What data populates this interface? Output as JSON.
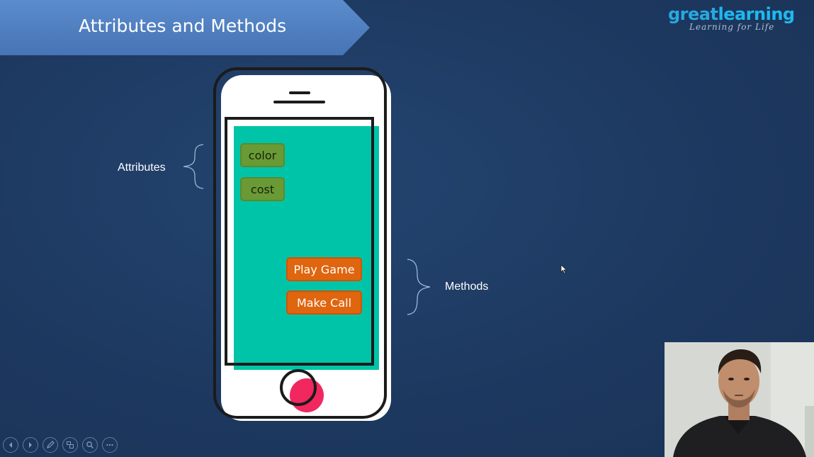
{
  "slide": {
    "title": "Attributes and Methods",
    "logo": {
      "main_prefix": "great",
      "main_suffix": "learning",
      "tagline": "Learning for Life"
    },
    "labels": {
      "attributes": "Attributes",
      "methods": "Methods"
    },
    "attributes": [
      "color",
      "cost"
    ],
    "methods": [
      "Play Game",
      "Make Call"
    ]
  },
  "controls": {
    "icons": [
      "prev-icon",
      "next-icon",
      "pen-icon",
      "slides-icon",
      "zoom-icon",
      "more-icon"
    ]
  },
  "colors": {
    "background": "#1f3a63",
    "banner": "#4f7fc1",
    "screen": "#00c4a8",
    "attribute_chip": "#6a9a35",
    "method_chip": "#e0650f",
    "home_button": "#f0285f"
  }
}
